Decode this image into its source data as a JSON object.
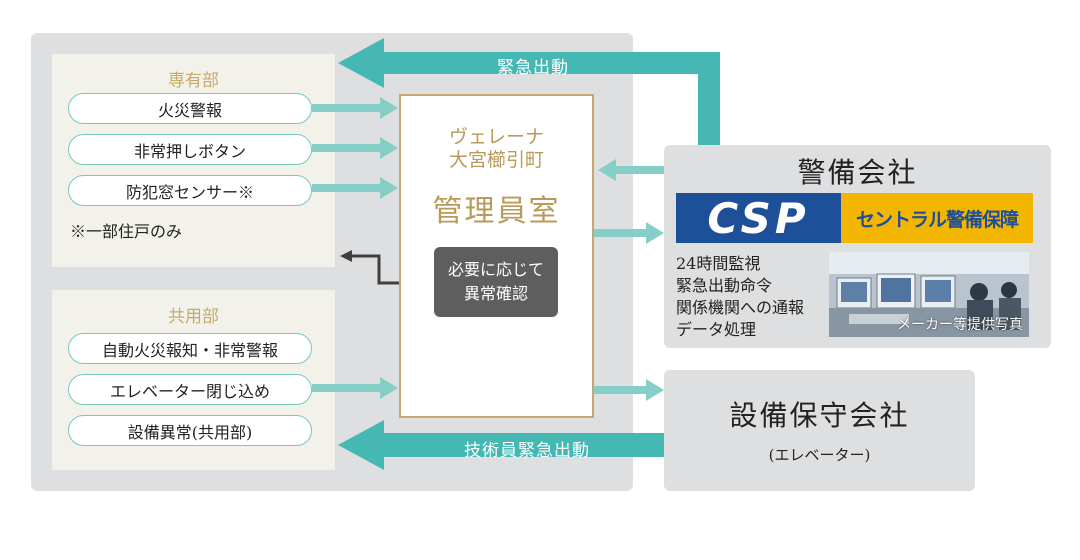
{
  "private_area": {
    "title": "専有部",
    "items": [
      "火災警報",
      "非常押しボタン",
      "防犯窓センサー※"
    ],
    "note": "※一部住戸のみ"
  },
  "common_area": {
    "title": "共用部",
    "items": [
      "自動火災報知・非常警報",
      "エレベーター閉じ込め",
      "設備異常(共用部)"
    ]
  },
  "management_office": {
    "building_line1": "ヴェレーナ",
    "building_line2": "大宮櫛引町",
    "title": "管理員室",
    "check_line1": "必要に応じて",
    "check_line2": "異常確認"
  },
  "security_company": {
    "title": "警備会社",
    "logo_abbr": "CSP",
    "logo_name": "セントラル警備保障",
    "duties": [
      "24時間監視",
      "緊急出動命令",
      "関係機関への通報",
      "データ処理"
    ],
    "photo_caption": "メーカー等提供写真"
  },
  "maintenance_company": {
    "title": "設備保守会社",
    "subtitle": "(エレベーター)"
  },
  "arrows": {
    "emergency_dispatch": "緊急出動",
    "technician_dispatch": "技術員緊急出動"
  },
  "colors": {
    "teal": "#46b8b3",
    "teal_light": "#86cfc8",
    "gold": "#c5a86e",
    "panel_gray": "#dedfe0",
    "cream": "#f3f2ea"
  }
}
